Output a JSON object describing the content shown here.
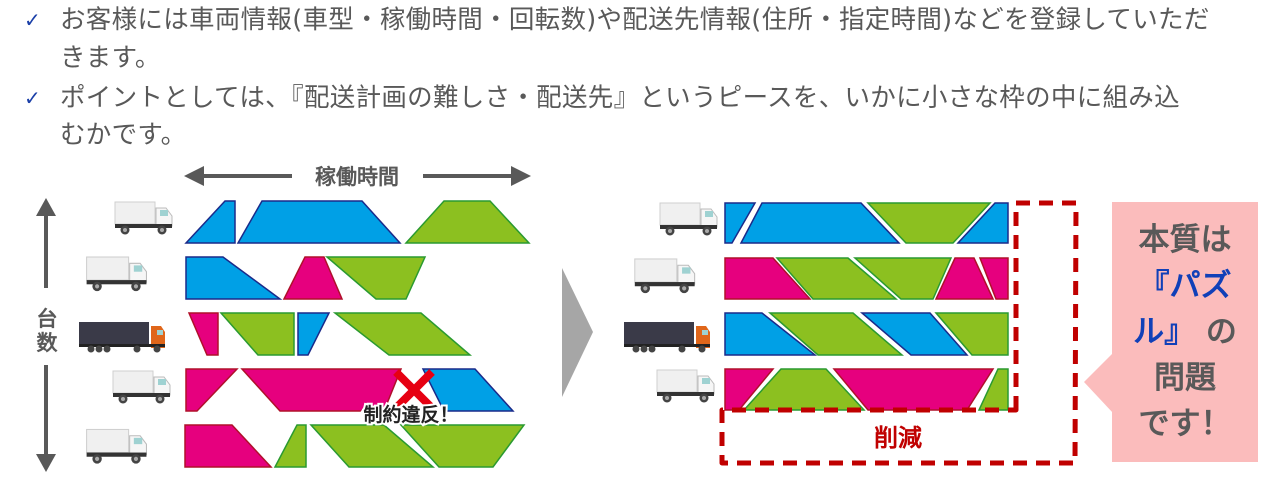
{
  "bullets": [
    {
      "line1": "お客様には車両情報(車型・稼働時間・回転数)や配送先情報(住所・指定時間)などを登録していただ",
      "line2": "きます。"
    },
    {
      "line1": "ポイントとしては、『配送計画の難しさ・配送先』というピースを、いかに小さな枠の中に組み込",
      "line2": "むかです。"
    }
  ],
  "check_icon": "✓",
  "left_diagram": {
    "x_axis_label": "稼働時間",
    "y_axis_label_1": "台",
    "y_axis_label_2": "数",
    "violation_label": "制約違反！"
  },
  "right_diagram": {
    "reduction_label": "削減"
  },
  "callout": {
    "line1": "本質は",
    "line2_blue": "『パズ",
    "line3_blue": "ル』",
    "line3_rest": "の",
    "line4": "問題",
    "line5": "です！"
  },
  "colors": {
    "blue": "#00a0e6",
    "green": "#8cc020",
    "magenta": "#e6007e",
    "red": "#c00000",
    "callout_bg": "#fbbcbc",
    "arrow_grey": "#595959"
  }
}
